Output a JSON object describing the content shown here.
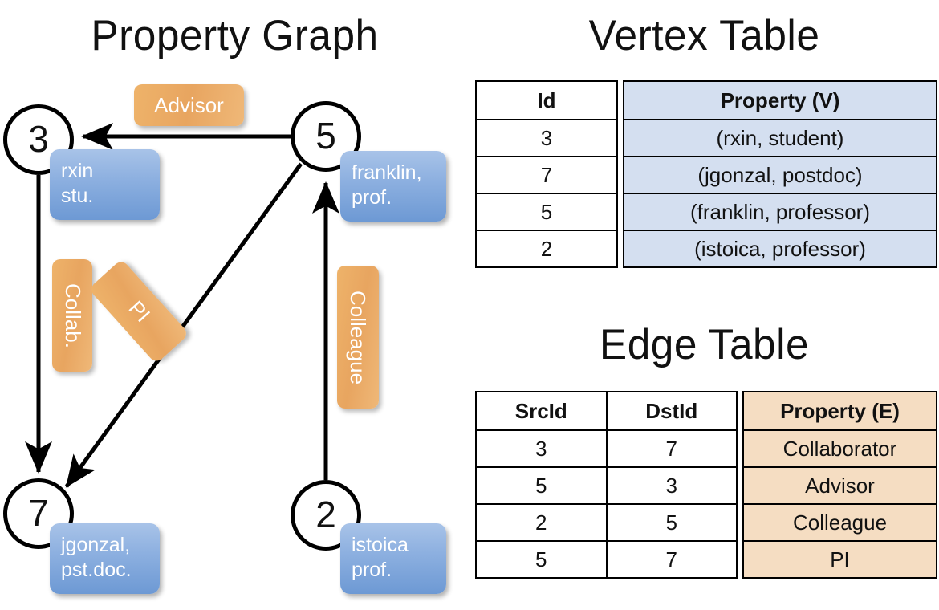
{
  "panels": {
    "graph_title": "Property Graph",
    "vertex_title": "Vertex Table",
    "edge_title": "Edge Table"
  },
  "colors": {
    "vertex_property_fill": "#d4dff0",
    "edge_property_fill": "#f5ddc2",
    "node_box_blue": "#8db0e0",
    "edge_label_orange": "#e8a560",
    "stroke": "#000000"
  },
  "graph": {
    "nodes": [
      {
        "id": "3",
        "property_lines": [
          "rxin",
          "stu."
        ]
      },
      {
        "id": "5",
        "property_lines": [
          "franklin,",
          "prof."
        ]
      },
      {
        "id": "7",
        "property_lines": [
          "jgonzal,",
          "pst.doc."
        ]
      },
      {
        "id": "2",
        "property_lines": [
          "istoica",
          "prof."
        ]
      }
    ],
    "edge_labels": [
      {
        "name": "advisor",
        "text": "Advisor",
        "orientation": "horizontal"
      },
      {
        "name": "collab",
        "text": "Collab.",
        "orientation": "vertical"
      },
      {
        "name": "pi",
        "text": "PI",
        "orientation": "diagonal"
      },
      {
        "name": "colleague",
        "text": "Colleague",
        "orientation": "vertical"
      }
    ],
    "edges": [
      {
        "src": "5",
        "dst": "3",
        "label": "Advisor"
      },
      {
        "src": "3",
        "dst": "7",
        "label": "Collab."
      },
      {
        "src": "5",
        "dst": "7",
        "label": "PI"
      },
      {
        "src": "2",
        "dst": "5",
        "label": "Colleague"
      }
    ]
  },
  "vertex_table": {
    "headers": {
      "id": "Id",
      "property": "Property (V)"
    },
    "rows": [
      {
        "id": "3",
        "property": "(rxin, student)"
      },
      {
        "id": "7",
        "property": "(jgonzal, postdoc)"
      },
      {
        "id": "5",
        "property": "(franklin, professor)"
      },
      {
        "id": "2",
        "property": "(istoica, professor)"
      }
    ]
  },
  "edge_table": {
    "headers": {
      "src": "SrcId",
      "dst": "DstId",
      "property": "Property (E)"
    },
    "rows": [
      {
        "src": "3",
        "dst": "7",
        "property": "Collaborator"
      },
      {
        "src": "5",
        "dst": "3",
        "property": "Advisor"
      },
      {
        "src": "2",
        "dst": "5",
        "property": "Colleague"
      },
      {
        "src": "5",
        "dst": "7",
        "property": "PI"
      }
    ]
  }
}
